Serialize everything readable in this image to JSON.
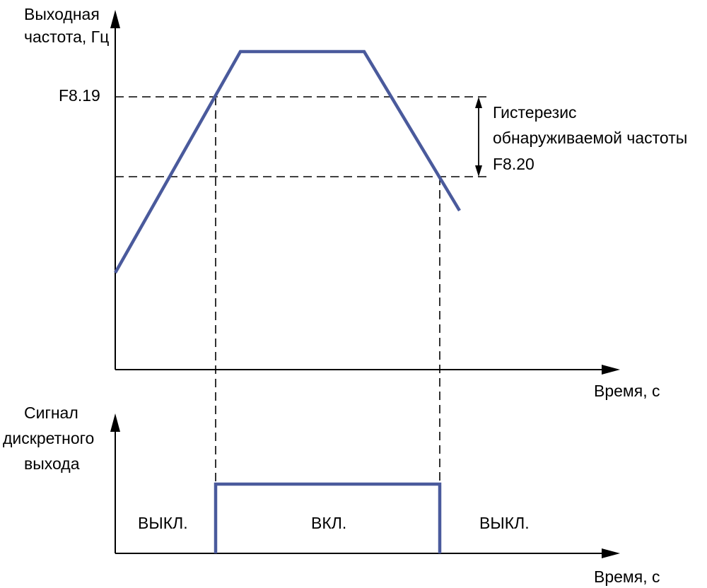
{
  "top_chart": {
    "y_label_line1": "Выходная",
    "y_label_line2": "частота, Гц",
    "x_label": "Время, с",
    "level_high": "F8.19",
    "hysteresis_line1": "Гистерезис",
    "hysteresis_line2": "обнаруживаемой частоты",
    "hysteresis_line3": "F8.20"
  },
  "bottom_chart": {
    "y_label_line1": "Сигнал",
    "y_label_line2": "дискретного",
    "y_label_line3": "выхода",
    "x_label": "Время, с",
    "state_off_left": "ВЫКЛ.",
    "state_on": "ВКЛ.",
    "state_off_right": "ВЫКЛ."
  },
  "colors": {
    "curve": "#4a5a9c",
    "axis": "#000000"
  }
}
